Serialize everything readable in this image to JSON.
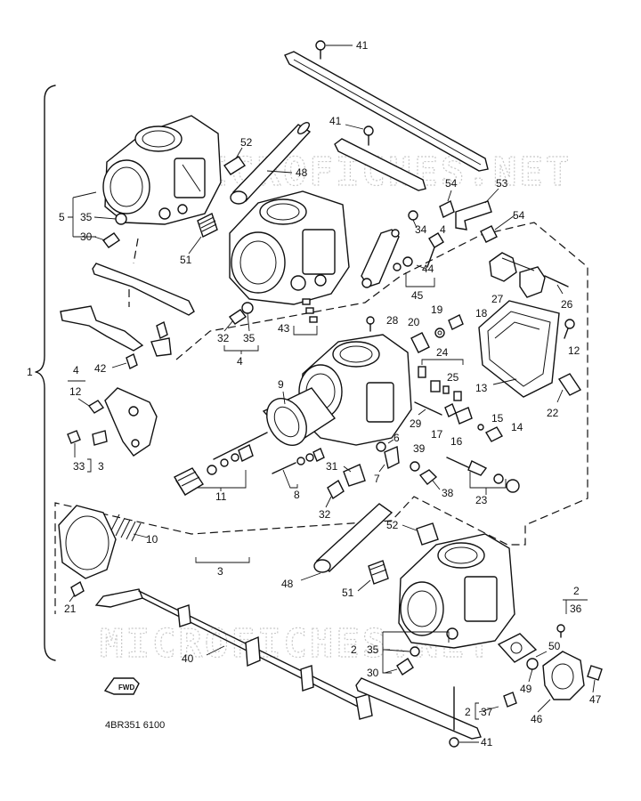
{
  "watermark": "MICROFICHES.NET",
  "drawing_code": "4BR351 6100",
  "fwd_label": "FWD",
  "bracket_label": "1",
  "labels": {
    "n41_top": "41",
    "n41_mid": "41",
    "n41_bot": "41",
    "n52_top": "52",
    "n48_top": "48",
    "n51_top": "51",
    "n5": "5",
    "n35_a": "35",
    "n30_a": "30",
    "n54_a": "54",
    "n53": "53",
    "n54_b": "54",
    "n34": "34",
    "n4_a": "4",
    "n44": "44",
    "n45": "45",
    "n32_a": "32",
    "n35_b": "35",
    "n4_b": "4",
    "n43": "43",
    "n28": "28",
    "n20": "20",
    "n19": "19",
    "n18": "18",
    "n27": "27",
    "n26": "26",
    "n12_a": "12",
    "n13": "13",
    "n22": "22",
    "n24": "24",
    "n25": "25",
    "n42": "42",
    "n4_c": "4",
    "n12_b": "12",
    "n9": "9",
    "n29": "29",
    "n17": "17",
    "n16": "16",
    "n15": "15",
    "n14": "14",
    "n33": "33",
    "n3_a": "3",
    "n6": "6",
    "n39": "39",
    "n11": "11",
    "n8": "8",
    "n31": "31",
    "n7": "7",
    "n38": "38",
    "n23": "23",
    "n32_b": "32",
    "n10": "10",
    "n52_bot": "52",
    "n3_b": "3",
    "n21": "21",
    "n48_bot": "48",
    "n51_bot": "51",
    "n2_a": "2",
    "n36": "36",
    "n50": "50",
    "n40": "40",
    "n2_b": "2",
    "n35_c": "35",
    "n30_b": "30",
    "n49": "49",
    "n47": "47",
    "n46": "46",
    "n2_c": "2",
    "n37": "37"
  }
}
